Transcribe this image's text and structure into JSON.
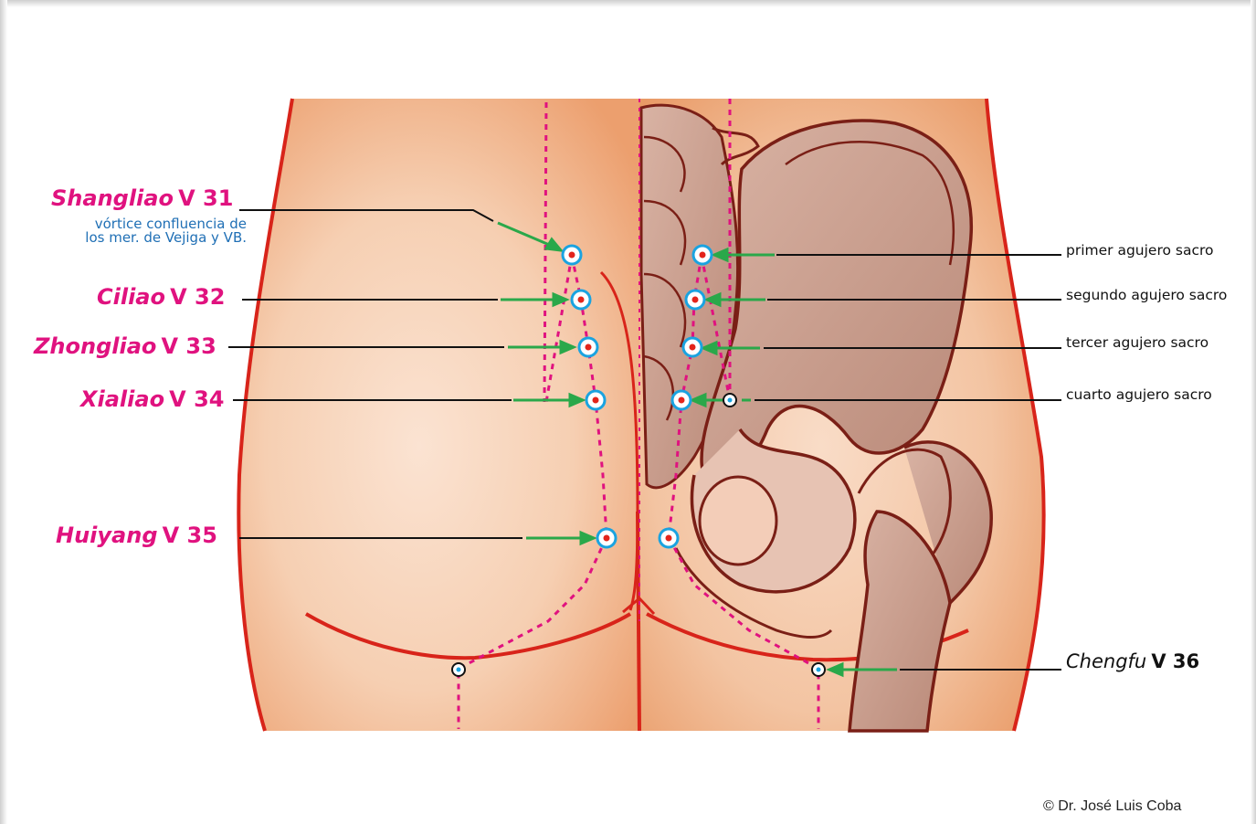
{
  "points": [
    {
      "name": "Shangliao",
      "code": "V 31",
      "note": [
        "vórtice confluencia de",
        "los mer. de Vejiga y VB."
      ]
    },
    {
      "name": "Ciliao",
      "code": "V 32"
    },
    {
      "name": "Zhongliao",
      "code": "V 33"
    },
    {
      "name": "Xialiao",
      "code": "V 34"
    },
    {
      "name": "Huiyang",
      "code": "V 35"
    }
  ],
  "foramina": [
    "primer agujero sacro",
    "segundo agujero sacro",
    "tercer agujero sacro",
    "cuarto agujero sacro"
  ],
  "chengfu": {
    "name": "Chengfu",
    "code": "V 36"
  },
  "copyright": "© Dr. José Luis Coba",
  "colors": {
    "point_label": "#e0127f",
    "note": "#1f6fb5",
    "skin": "#f4c7a8",
    "outline_red": "#d8241a",
    "bone": "#c99d8c",
    "bone_outline": "#7a1f16",
    "meridian_dotted": "#e0127f",
    "arrow_green": "#2aa84a",
    "point_ring": "#1aa3e0"
  }
}
